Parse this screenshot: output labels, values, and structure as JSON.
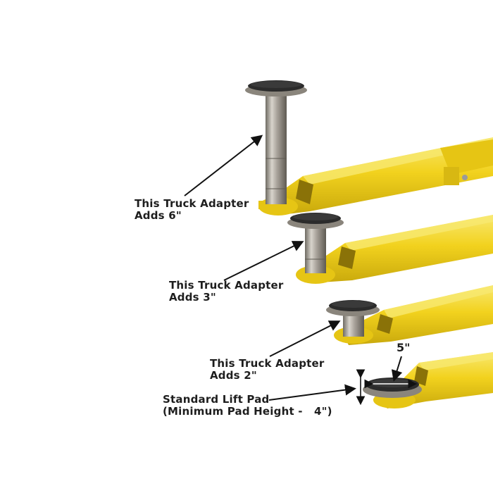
{
  "figure": {
    "subject": "Two-post lift arms with truck adapters and standard lift pad",
    "colors": {
      "background": "#ffffff",
      "arm_yellow": "#f2d21e",
      "arm_yellow_shadow": "#c9a90c",
      "arm_yellow_highlight": "#f8e870",
      "pad_rubber": "#2b2b2b",
      "steel": "#a8a29a",
      "steel_dark": "#6e6a62",
      "text": "#1e1e1e",
      "arrow": "#111111"
    }
  },
  "labels": [
    {
      "id": "adapter-6",
      "lines": [
        "This Truck Adapter",
        "Adds 6\""
      ]
    },
    {
      "id": "adapter-3",
      "lines": [
        "This Truck Adapter",
        "Adds 3\""
      ]
    },
    {
      "id": "adapter-2",
      "lines": [
        "This Truck Adapter",
        "Adds 2\""
      ]
    },
    {
      "id": "standard-pad",
      "lines": [
        "Standard Lift Pad",
        "(Minimum Pad Height -   4\")"
      ]
    }
  ],
  "dimensions": {
    "pad_diameter": "5\""
  }
}
